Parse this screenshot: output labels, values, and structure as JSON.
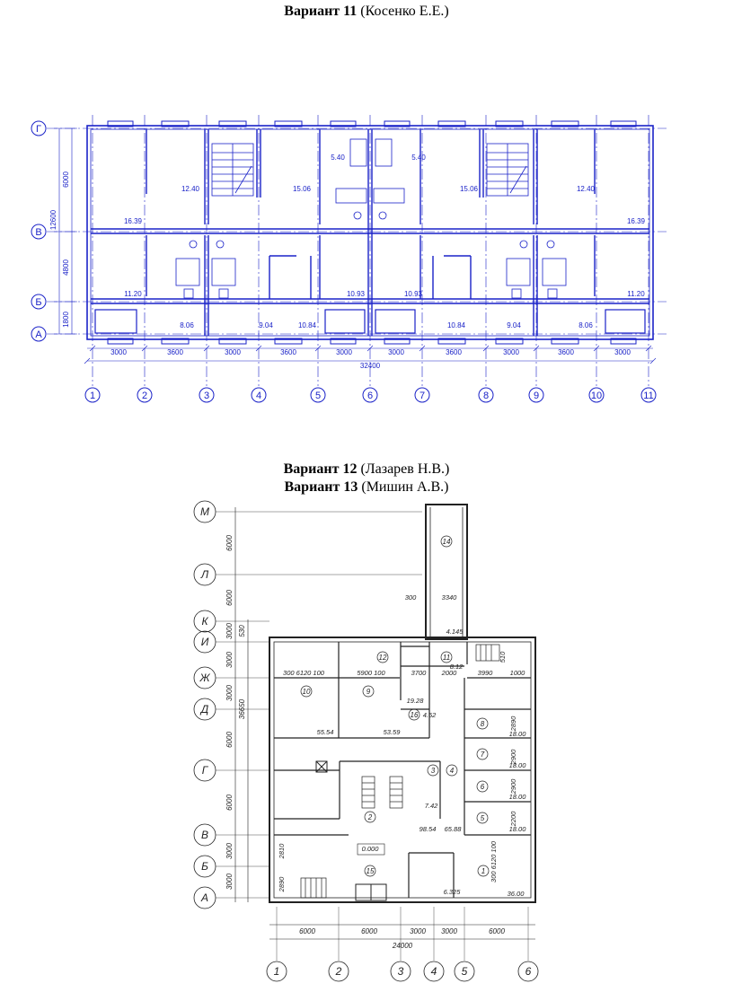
{
  "variant11": {
    "label": "Вариант 11",
    "author": "(Косенко Е.Е.)",
    "row_axes": [
      "Г",
      "В",
      "Б",
      "А"
    ],
    "col_axes": [
      "1",
      "2",
      "3",
      "4",
      "5",
      "6",
      "7",
      "8",
      "9",
      "10",
      "11"
    ],
    "vertical_dims": [
      "6000",
      "12600",
      "4800",
      "1800"
    ],
    "bottom_dims": [
      "3000",
      "3600",
      "3000",
      "3600",
      "3000",
      "3000",
      "3600",
      "3000",
      "3600",
      "3000"
    ],
    "total_dim": "32400",
    "areas": [
      "12.40",
      "15.06",
      "5.40",
      "5.40",
      "15.06",
      "12.40",
      "16.39",
      "16.39",
      "11.20",
      "10.93",
      "10.93",
      "11.20",
      "8.06",
      "9.04",
      "10.84",
      "10.84",
      "9.04",
      "8.06"
    ]
  },
  "variant12": {
    "label": "Вариант 12",
    "author": "(Лазарев Н.В.)"
  },
  "variant13": {
    "label": "Вариант 13",
    "author": "(Мишин А.В.)",
    "row_axes": [
      "М",
      "Л",
      "К",
      "И",
      "Ж",
      "Д",
      "Г",
      "В",
      "Б",
      "А"
    ],
    "col_axes": [
      "1",
      "2",
      "3",
      "4",
      "5",
      "6"
    ],
    "left_dims": [
      "6000",
      "6000",
      "3000",
      "530",
      "3000",
      "36650",
      "3000",
      "6000",
      "6000",
      "3000",
      "3000"
    ],
    "bottom_dims": [
      "6000",
      "6000",
      "3000",
      "3000",
      "6000"
    ],
    "total_dim": "24000",
    "room_numbers": [
      "14",
      "12",
      "11",
      "10",
      "9",
      "8",
      "7",
      "6",
      "5",
      "4",
      "3",
      "2",
      "1",
      "15",
      "16"
    ],
    "notes": [
      "300",
      "3340",
      "4.145",
      "300 6120 100",
      "5900 100",
      "3700",
      "2000",
      "3990",
      "1000",
      "19.28",
      "4.52",
      "55.54",
      "53.59",
      "7.42",
      "98.54",
      "65.88",
      "0.000",
      "6.325",
      "300 6120 100",
      "2810",
      "2890",
      "2890",
      "2900",
      "2900",
      "2200",
      "18.00",
      "18.00",
      "18.00",
      "18.00",
      "36.00",
      "8.12",
      "510"
    ]
  }
}
